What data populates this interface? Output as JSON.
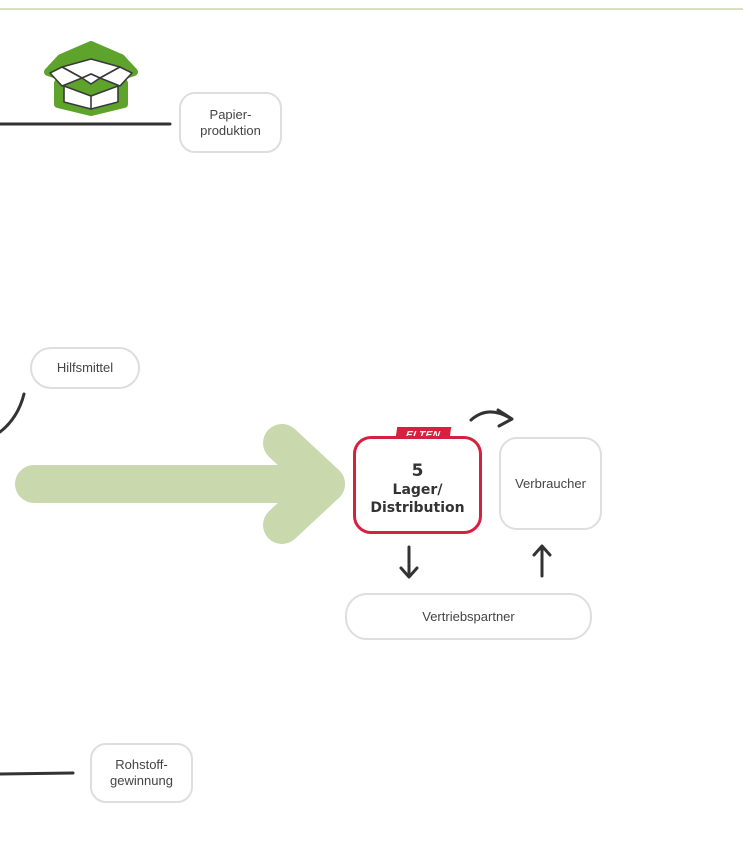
{
  "labels": {
    "paper_production": "Papier-\nproduktion",
    "auxiliaries": "Hilfsmittel",
    "consumer": "Verbraucher",
    "sales_partner": "Vertriebspartner",
    "raw_material": "Rohstoff-\ngewinnung"
  },
  "step": {
    "brand": "ELTEN",
    "number": "5",
    "label": "Lager/\nDistribution"
  },
  "colors": {
    "accent_red": "#d6203f",
    "flow_green": "#c9d8ad",
    "box_icon_green": "#5ea32b",
    "line_dark": "#333333"
  },
  "icons": [
    "box-icon",
    "big-flow-arrow",
    "arrow-down-icon",
    "arrow-up-icon",
    "curved-arrow-right-icon"
  ]
}
